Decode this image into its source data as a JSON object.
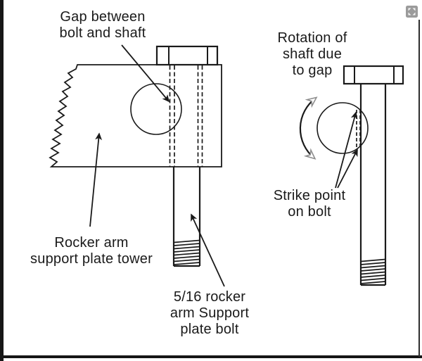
{
  "viewer": {
    "background_color": "#ffffff",
    "frame_color": "#161616",
    "expand_button": {
      "icon": "expand-icon",
      "color": "#9b9b9b"
    }
  },
  "diagram": {
    "ink_color": "#1a1a1a",
    "open_arrow_color": "#8f8f8f",
    "labels": {
      "gap": "Gap between\nbolt and shaft",
      "rotation": "Rotation of\nshaft due\nto gap",
      "strike": "Strike point\non bolt",
      "tower": "Rocker arm\nsupport plate tower",
      "bolt": "5/16 rocker\narm Support\nplate bolt"
    }
  }
}
